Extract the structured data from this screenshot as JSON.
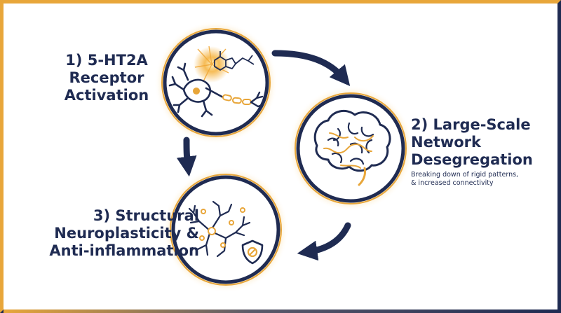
{
  "steps": [
    {
      "number_label": "1)",
      "title_lines": [
        "5-HT2A",
        "Receptor",
        "Activation"
      ],
      "icon": "neuron-receptor-icon"
    },
    {
      "number_label": "2)",
      "title_lines": [
        "Large-Scale",
        "Network",
        "Desegregation"
      ],
      "icon": "brain-icon"
    },
    {
      "number_label": "3)",
      "title_lines": [
        "Structural",
        "Neuroplasticity &",
        "Anti-inflammation"
      ],
      "icon": "dendrite-shield-icon"
    }
  ],
  "step2_caption_lines": [
    "Breaking down of rigid patterns,",
    "& increased connectivity"
  ],
  "colors": {
    "navy": "#1f2b52",
    "gold": "#e8a63a",
    "glow": "#f7c56a",
    "background": "#ffffff"
  }
}
